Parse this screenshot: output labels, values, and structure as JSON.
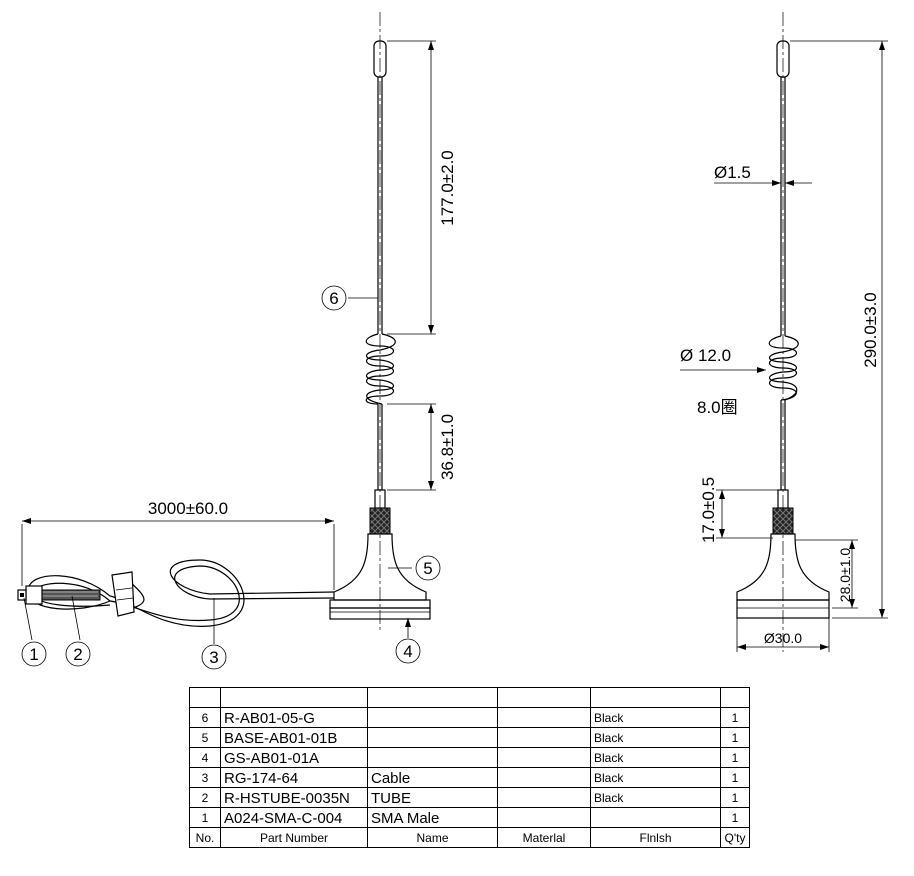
{
  "dimensions": {
    "whip_length": "177.0±2.0",
    "coil_to_base": "36.8±1.0",
    "cable_length": "3000±60.0",
    "whip_diameter": "Ø1.5",
    "coil_diameter": "Ø 12.0",
    "coil_turns": "8.0圈",
    "total_height": "290.0±3.0",
    "base_stem": "17.0±0.5",
    "base_height": "28.0±1.0",
    "base_diameter": "Ø30.0"
  },
  "callouts": [
    "1",
    "2",
    "3",
    "4",
    "5",
    "6"
  ],
  "bom": {
    "headers": {
      "no": "No.",
      "part_number": "Part Number",
      "name": "Name",
      "material": "Materlal",
      "finish": "Flnlsh",
      "qty": "Q'ty"
    },
    "rows": [
      {
        "no": "6",
        "part_number": "R-AB01-05-G",
        "name": "",
        "material": "",
        "finish": "Black",
        "qty": "1"
      },
      {
        "no": "5",
        "part_number": "BASE-AB01-01B",
        "name": "",
        "material": "",
        "finish": "Black",
        "qty": "1"
      },
      {
        "no": "4",
        "part_number": "GS-AB01-01A",
        "name": "",
        "material": "",
        "finish": "Black",
        "qty": "1"
      },
      {
        "no": "3",
        "part_number": "RG-174-64",
        "name": "Cable",
        "material": "",
        "finish": "Black",
        "qty": "1"
      },
      {
        "no": "2",
        "part_number": "R-HSTUBE-0035N",
        "name": "TUBE",
        "material": "",
        "finish": "Black",
        "qty": "1"
      },
      {
        "no": "1",
        "part_number": "A024-SMA-C-004",
        "name": "SMA Male",
        "material": "",
        "finish": "",
        "qty": "1"
      }
    ]
  }
}
